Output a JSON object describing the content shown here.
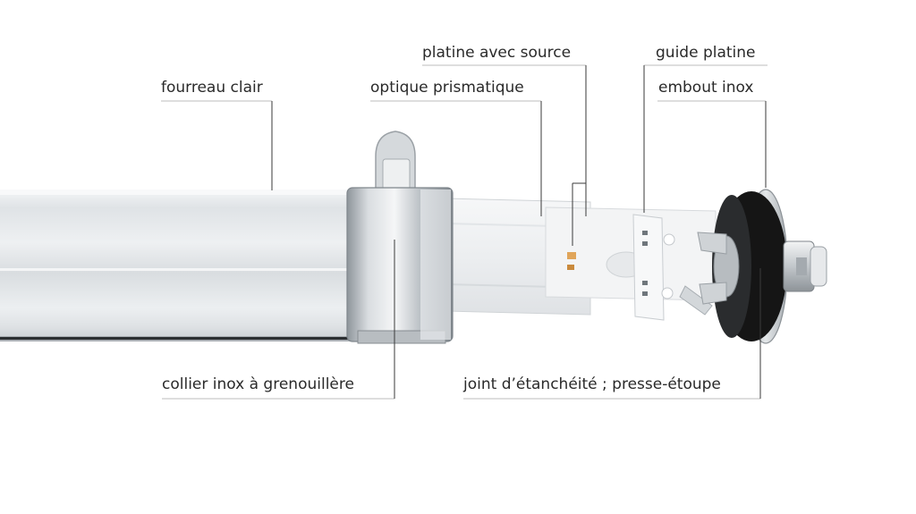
{
  "labels": {
    "fourreau": "fourreau clair",
    "optique": "optique prismatique",
    "platine": "platine avec source",
    "guide": "guide platine",
    "embout": "embout inox",
    "collier": "collier inox à grenouillère",
    "joint": "joint d’étanchéité ; presse-étoupe"
  },
  "colors": {
    "leader_line": "#3a3a3a",
    "underline": "#bdbdbd",
    "tube": "#e9ecef",
    "steel": "#c8ccd0",
    "gasket": "#111111"
  }
}
